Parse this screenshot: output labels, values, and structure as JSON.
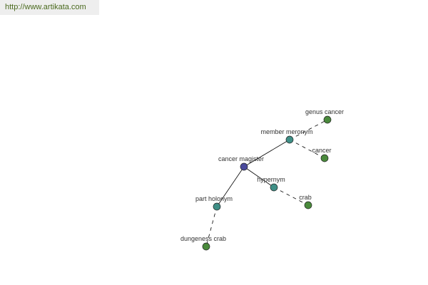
{
  "header": {
    "url": "http://www.artikata.com"
  },
  "colors": {
    "center": "#4a4a9c",
    "relation": "#3f8f86",
    "leaf": "#4a8a3c",
    "edge": "#000000"
  },
  "graph": {
    "nodes": [
      {
        "id": "center",
        "label": "cancer magister",
        "kind": "center"
      },
      {
        "id": "member_meronym",
        "label": "member meronym",
        "kind": "relation"
      },
      {
        "id": "hypernym",
        "label": "hypernym",
        "kind": "relation"
      },
      {
        "id": "part_holonym",
        "label": "part holonym",
        "kind": "relation"
      },
      {
        "id": "genus_cancer",
        "label": "genus cancer",
        "kind": "leaf"
      },
      {
        "id": "cancer",
        "label": "cancer",
        "kind": "leaf"
      },
      {
        "id": "crab",
        "label": "crab",
        "kind": "leaf"
      },
      {
        "id": "dungeness_crab",
        "label": "dungeness crab",
        "kind": "leaf"
      }
    ],
    "edges": [
      {
        "from": "center",
        "to": "member_meronym",
        "style": "solid"
      },
      {
        "from": "center",
        "to": "hypernym",
        "style": "solid"
      },
      {
        "from": "center",
        "to": "part_holonym",
        "style": "solid"
      },
      {
        "from": "member_meronym",
        "to": "genus_cancer",
        "style": "dashed"
      },
      {
        "from": "member_meronym",
        "to": "cancer",
        "style": "dashed"
      },
      {
        "from": "hypernym",
        "to": "crab",
        "style": "dashed"
      },
      {
        "from": "part_holonym",
        "to": "dungeness_crab",
        "style": "dashed"
      }
    ]
  }
}
